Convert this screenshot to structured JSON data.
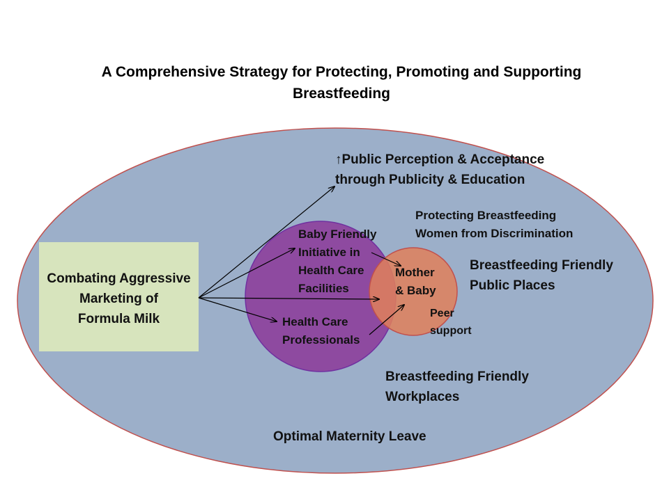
{
  "title": {
    "line1": "A Comprehensive Strategy for Protecting, Promoting and Supporting",
    "line2": "Breastfeeding"
  },
  "colors": {
    "outer_ellipse_fill": "#9cafc9",
    "outer_ellipse_stroke": "#c0504d",
    "box_fill": "#d7e4bd",
    "purple_circle_fill": "#8e4aa0",
    "purple_circle_stroke": "#7030a0",
    "orange_circle_fill": "#e0805a",
    "orange_circle_stroke": "#c0504d",
    "arrow_color": "#000000"
  },
  "labels": {
    "box": [
      "Combating Aggressive",
      "Marketing of",
      "Formula Milk"
    ],
    "public_perception": [
      "↑Public Perception & Acceptance",
      "through Publicity & Education"
    ],
    "protecting": [
      "Protecting Breastfeeding",
      "Women from Discrimination"
    ],
    "bfi": [
      "Baby Friendly",
      "Initiative in",
      "Health Care",
      "Facilities"
    ],
    "mother_baby": [
      "Mother",
      "& Baby"
    ],
    "public_places": [
      "Breastfeeding Friendly",
      "Public Places"
    ],
    "peer_support": [
      "Peer",
      "support"
    ],
    "health_care_professionals": [
      "Health Care",
      "Professionals"
    ],
    "workplaces": [
      "Breastfeeding Friendly",
      "Workplaces"
    ],
    "maternity_leave": "Optimal Maternity Leave"
  }
}
